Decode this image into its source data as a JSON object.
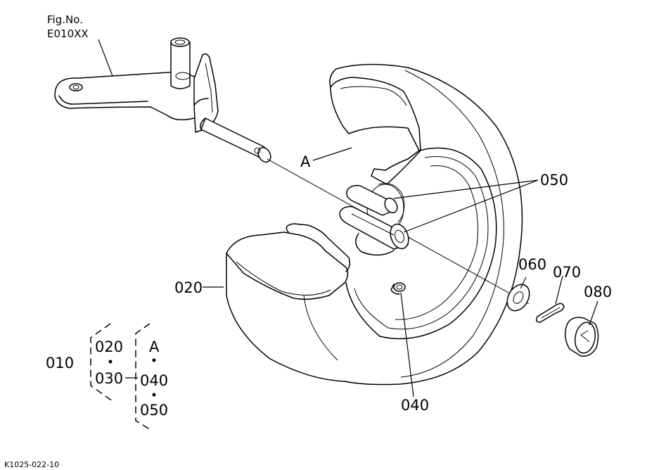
{
  "figure": {
    "fig_label": "Fig.No.",
    "fig_number": "E010XX",
    "drawing_code": "K1025-022-10"
  },
  "callouts": {
    "a": "A",
    "p050": "050",
    "p020": "020",
    "p060": "060",
    "p070": "070",
    "p080": "080",
    "p040": "040"
  },
  "assembly": {
    "p010": "010",
    "p020": "020",
    "p030": "030",
    "a": "A",
    "p040": "040",
    "p050": "050"
  }
}
